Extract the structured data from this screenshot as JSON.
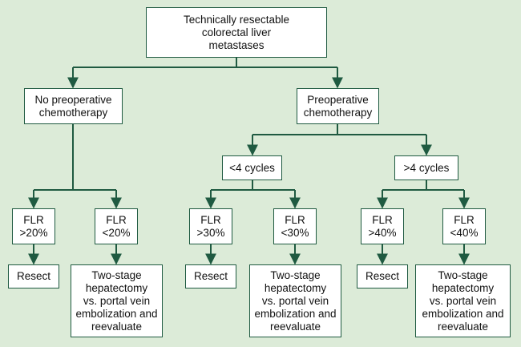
{
  "colors": {
    "background": "#dcebd8",
    "line": "#1f5a41",
    "box_fill": "#ffffff",
    "text": "#111111"
  },
  "nodes": {
    "root": "Technically resectable\ncolorectal liver\nmetastases",
    "no_chemo": "No preoperative\nchemotherapy",
    "chemo": "Preoperative\nchemotherapy",
    "lt4": "<4 cycles",
    "gt4": ">4 cycles",
    "flr_gt20": "FLR\n>20%",
    "flr_lt20": "FLR\n<20%",
    "flr_gt30": "FLR\n>30%",
    "flr_lt30": "FLR\n<30%",
    "flr_gt40": "FLR\n>40%",
    "flr_lt40": "FLR\n<40%",
    "resect_1": "Resect",
    "resect_2": "Resect",
    "resect_3": "Resect",
    "two_stage_1": "Two-stage\nhepatectomy\nvs. portal vein\nembolization and\nreevaluate",
    "two_stage_2": "Two-stage\nhepatectomy\nvs. portal vein\nembolization and\nreevaluate",
    "two_stage_3": "Two-stage\nhepatectomy\nvs. portal vein\nembolization and\nreevaluate"
  }
}
